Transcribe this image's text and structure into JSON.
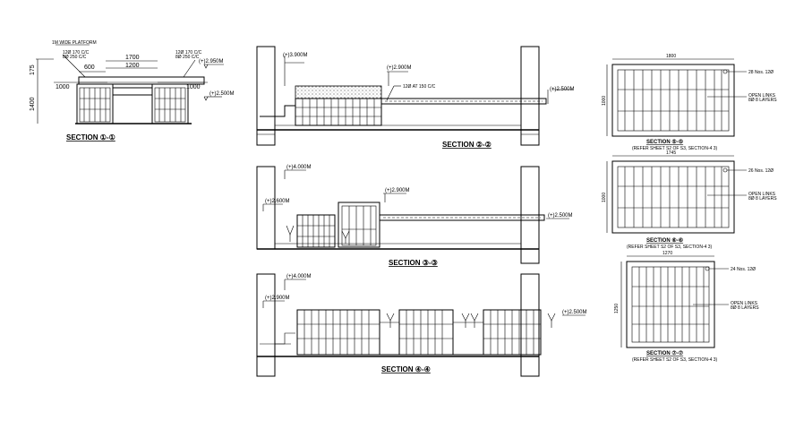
{
  "section_1": {
    "title": "SECTION ①-①",
    "platform_label": "1M WIDE PLATFORM",
    "rebar_left_1": "12Ø 170 C/C",
    "rebar_left_2": "8Ø 250 C/C",
    "rebar_right_1": "12Ø 170 C/C",
    "rebar_right_2": "8Ø 250 C/C",
    "level_top": "(+)2.950M",
    "level_bottom": "(+)2.500M",
    "dim_1700": "1700",
    "dim_1200": "1200",
    "dim_600": "600",
    "dim_175": "175",
    "dim_1000_left": "1000",
    "dim_1000_right": "1000",
    "dim_1400": "1400"
  },
  "section_2": {
    "title": "SECTION ②-②",
    "level_top": "(+)3.900M",
    "level_mid": "(+)2.900M",
    "level_right": "(+)2.500M",
    "rebar_note": "12Ø AT 150 C/C"
  },
  "section_3": {
    "title": "SECTION ③-③",
    "level_top": "(+)4.000M",
    "level_left": "(+)2.600M",
    "level_mid": "(+)2.900M",
    "level_right": "(+)2.500M"
  },
  "section_4": {
    "title": "SECTION ④-④",
    "level_top": "(+)4.000M",
    "level_left": "(+)2.900M",
    "level_right": "(+)2.500M"
  },
  "section_5": {
    "title": "SECTION ⑤-⑤",
    "note": "(REFER SHEET S2 OF S3, SECTION-4 3)",
    "dim_w": "1800",
    "dim_h": "1000",
    "bar_label": "28 Nos. 12Ø",
    "ties_1": "OPEN LINKS",
    "ties_2": "8Ø 8 LAYERS"
  },
  "section_6": {
    "title": "SECTION ⑥-⑥",
    "note": "(REFER SHEET S2 OF S3, SECTION-4 3)",
    "dim_w": "1745",
    "dim_h": "1000",
    "bar_label": "26 Nos. 12Ø",
    "ties_1": "OPEN LINKS",
    "ties_2": "8Ø 8 LAYERS"
  },
  "section_7": {
    "title": "SECTION ⑦-⑦",
    "note": "(REFER SHEET S2 OF S3, SECTION-4 3)",
    "dim_w": "1270",
    "dim_h": "1250",
    "bar_label": "24 Nos. 12Ø",
    "ties_1": "OPEN LINKS",
    "ties_2": "8Ø 8 LAYERS"
  }
}
